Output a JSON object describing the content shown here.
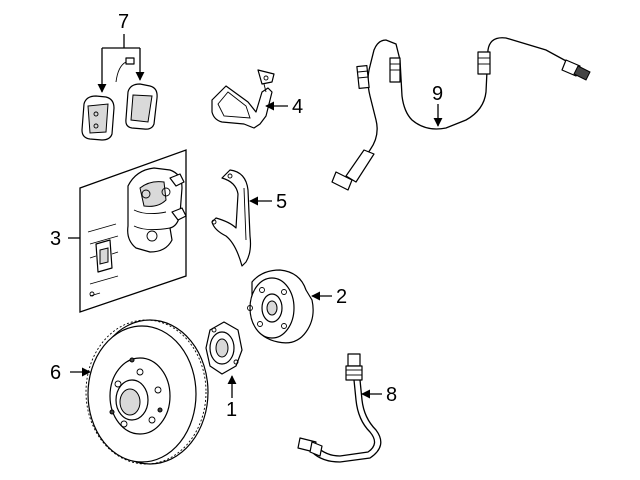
{
  "callouts": {
    "hub_bearing": "1",
    "hub": "2",
    "caliper": "3",
    "bracket": "4",
    "splash_shield": "5",
    "rotor": "6",
    "brake_pads": "7",
    "brake_hose": "8",
    "wear_sensor": "9"
  }
}
